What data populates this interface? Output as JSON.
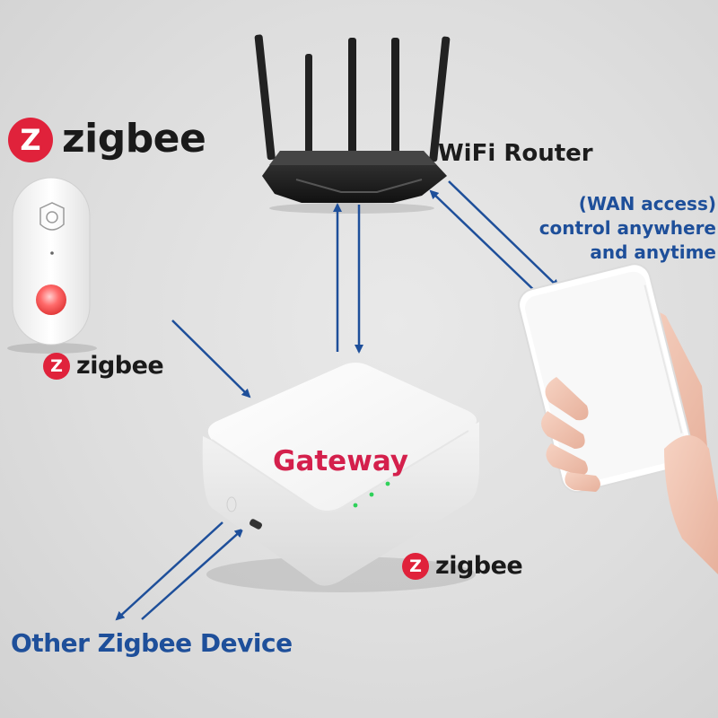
{
  "brand": {
    "logo_mark": "Z",
    "logo_word": "zigbee",
    "mark_color": "#e0223b"
  },
  "labels": {
    "router": "WiFi Router",
    "gateway": "Gateway",
    "other_device": "Other Zigbee Device",
    "wan_line1": "(WAN access)",
    "wan_line2": "control anywhere",
    "wan_line3": "and anytime"
  },
  "colors": {
    "arrow": "#1e4f9a",
    "gateway_text": "#d4204c",
    "router_body": "#1d1d1d",
    "led": "#2fd15a"
  },
  "icons": [
    "zigbee-logo-icon",
    "wifi-router-icon",
    "gateway-hub-icon",
    "smartphone-icon",
    "sensor-button-icon"
  ]
}
